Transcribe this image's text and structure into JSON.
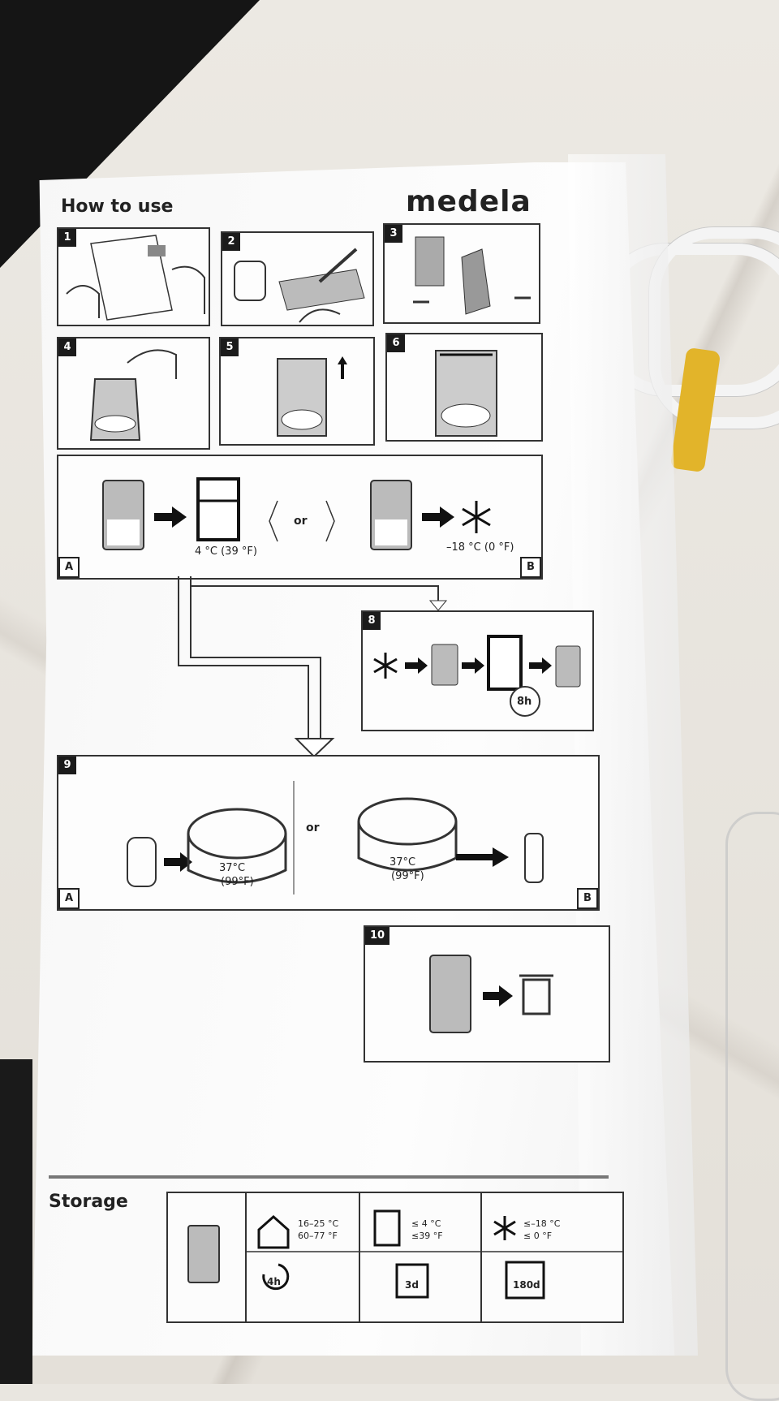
{
  "header": {
    "title": "How to use",
    "brand": "medela"
  },
  "steps": {
    "s1": "1",
    "s2": "2",
    "s3": "3",
    "s4": "4",
    "s5": "5",
    "s6": "6",
    "s8": "8",
    "s9": "9",
    "s10": "10"
  },
  "step7": {
    "fridge_temp": "4 °C (39 °F)",
    "or_label": "or",
    "freezer_temp": "–18 °C (0 °F)",
    "corner_a": "A",
    "corner_b": "B"
  },
  "step8": {
    "thaw_time": "8h"
  },
  "step9": {
    "temp_a": "37°C",
    "temp_a_f": "(99°F)",
    "or_label": "or",
    "temp_b": "37°C",
    "temp_b_f": "(99°F)",
    "corner_a": "A",
    "corner_b": "B"
  },
  "storage": {
    "title": "Storage",
    "room_c": "16–25 °C",
    "room_f": "60–77 °F",
    "room_time": "4h",
    "fridge_c": "≤  4 °C",
    "fridge_f": "≤39 °F",
    "fridge_time": "3d",
    "freezer_c": "≤–18 °C",
    "freezer_f": "≤      0 °F",
    "freezer_time": "180d"
  },
  "icons": [
    "fridge-icon",
    "snowflake-icon",
    "arrow-icon",
    "trash-icon",
    "house-thermometer-icon",
    "clock-icon",
    "calendar-icon",
    "bag-icon"
  ]
}
